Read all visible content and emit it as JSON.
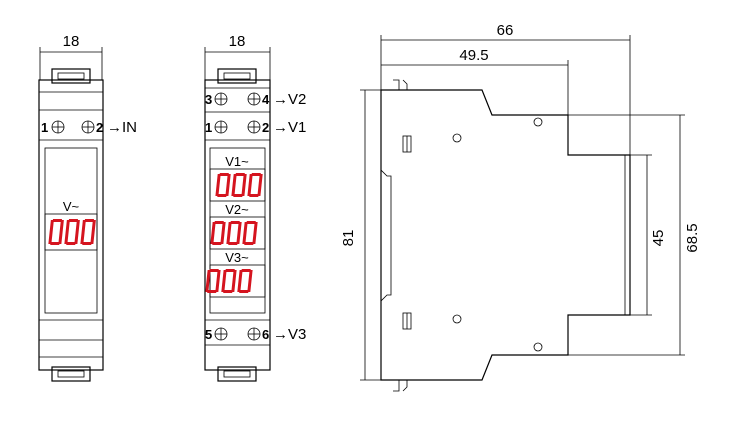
{
  "module1": {
    "width_label": "18",
    "terminals": [
      "1",
      "2"
    ],
    "arrow_label": "→IN",
    "display_label": "V~",
    "display_value": "000"
  },
  "module3": {
    "width_label": "18",
    "top_terminals": [
      "3",
      "4"
    ],
    "top_label": "→V2",
    "mid_terminals": [
      "1",
      "2"
    ],
    "mid_label": "→V1",
    "bottom_terminals": [
      "5",
      "6"
    ],
    "bottom_label": "→V3",
    "displays": [
      {
        "label": "V1~",
        "value": "000"
      },
      {
        "label": "V2~",
        "value": "000"
      },
      {
        "label": "V3~",
        "value": "000"
      }
    ]
  },
  "side_view": {
    "depth_total": "66",
    "depth_front": "49.5",
    "height_total": "81",
    "height_front": "45",
    "height_mid": "68.5"
  },
  "colors": {
    "display_red": "#d5141f",
    "line": "#000000"
  }
}
